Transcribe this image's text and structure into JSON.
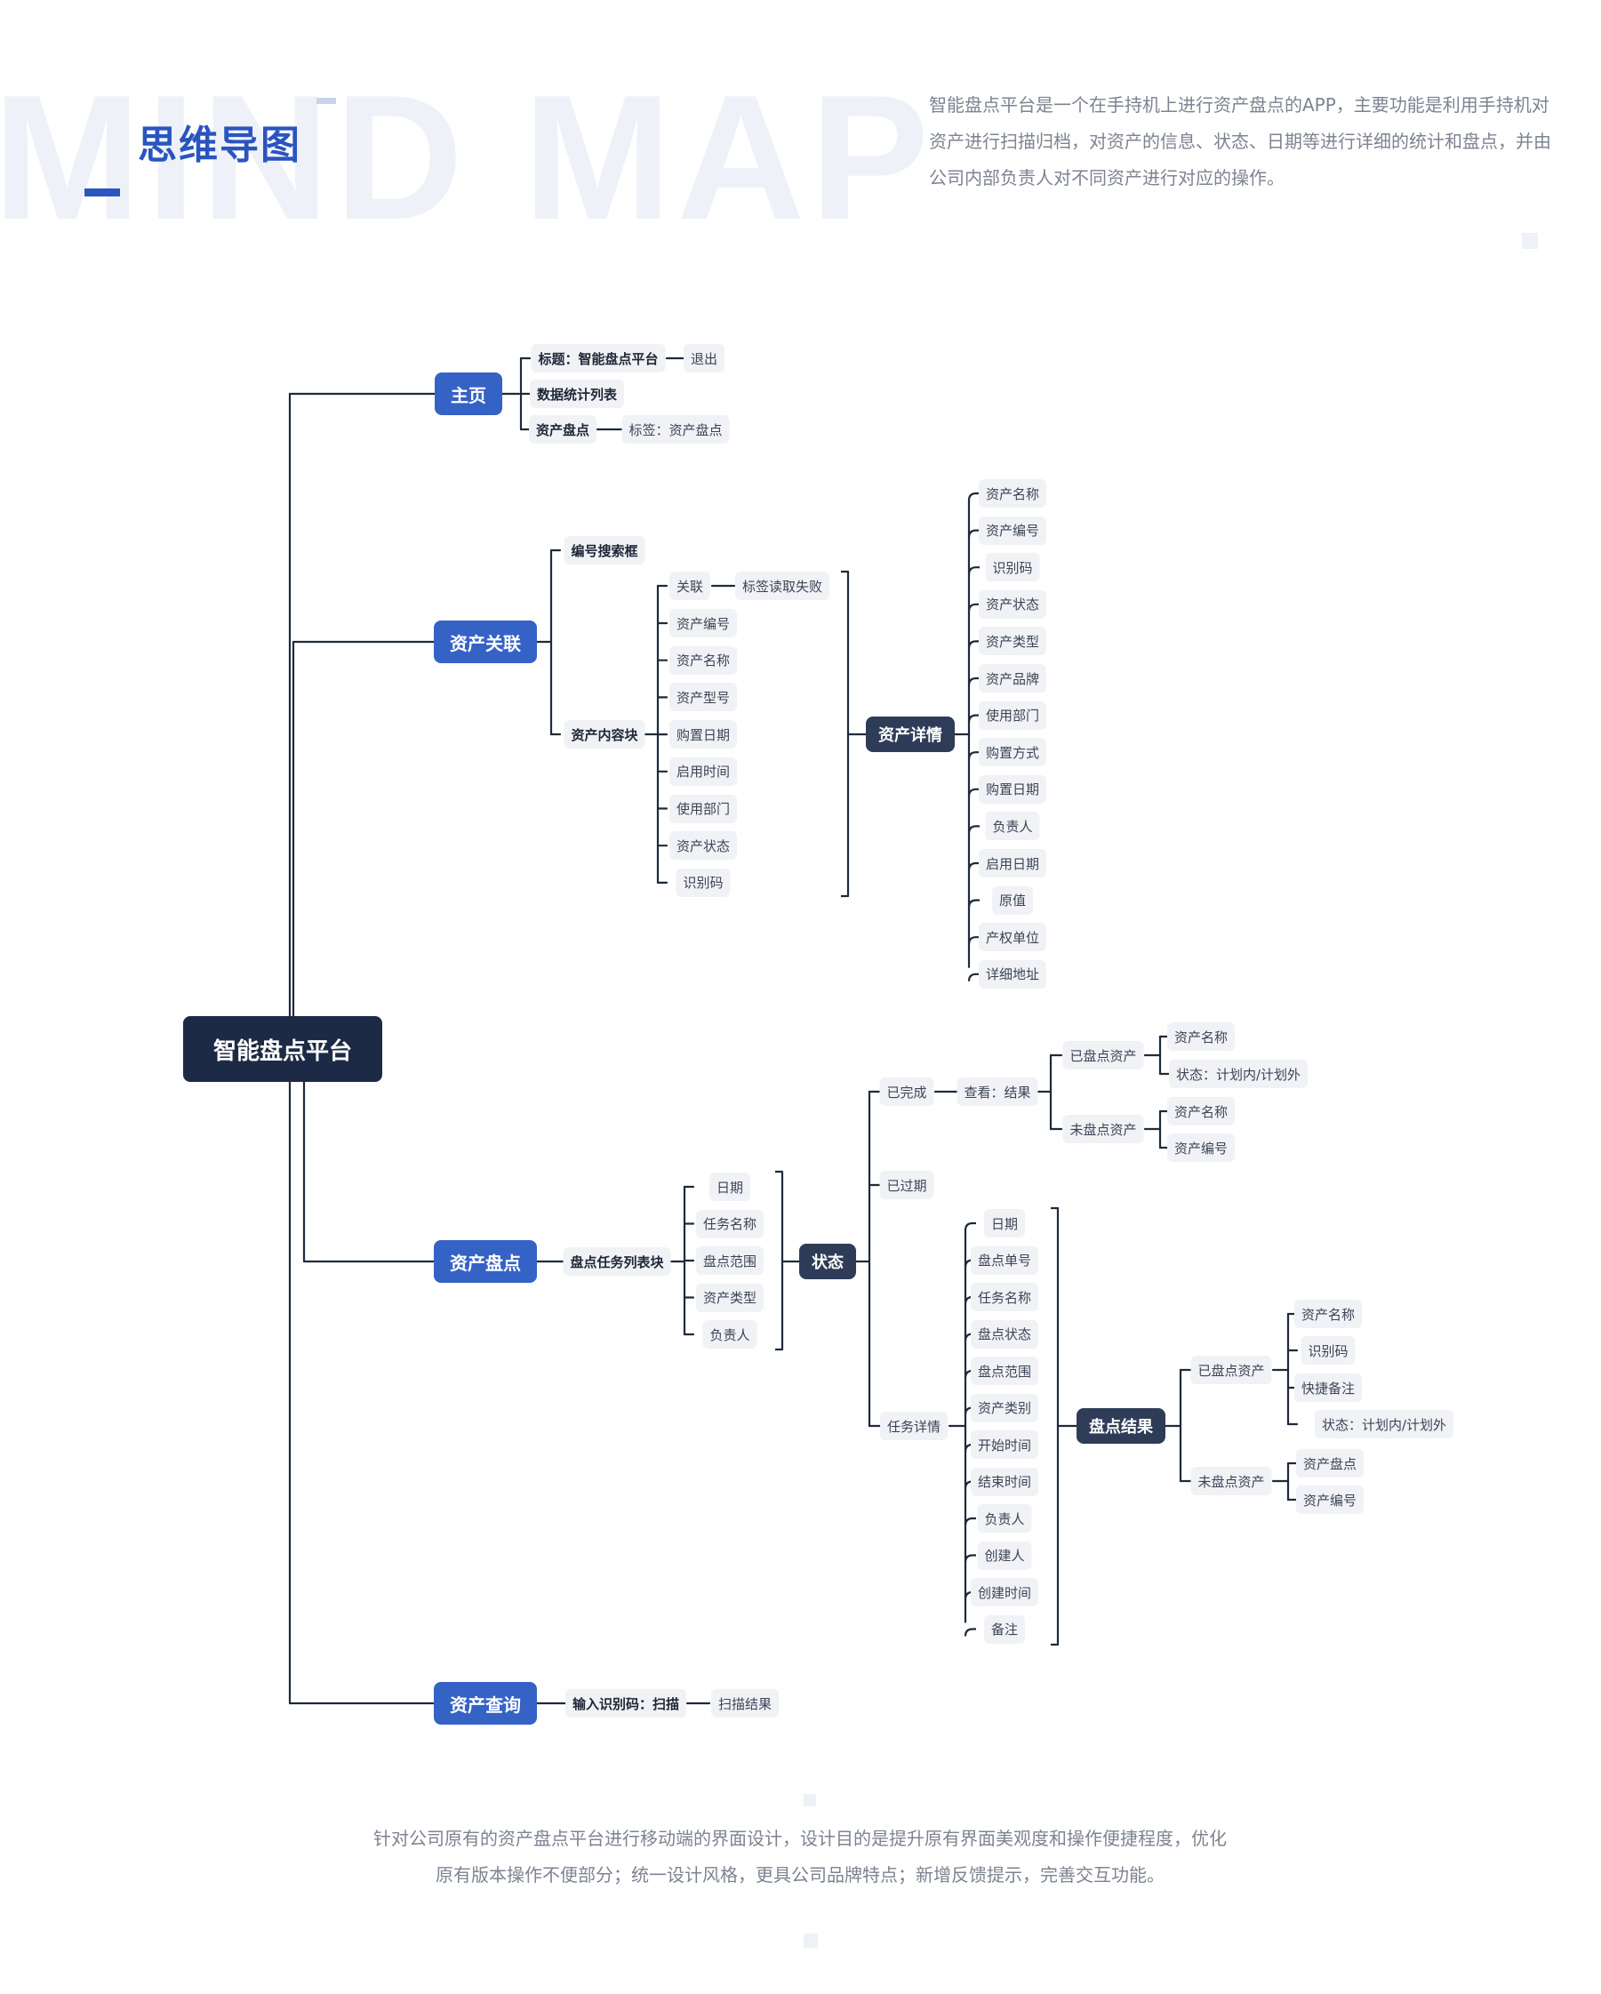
{
  "header": {
    "bg_text": "MIND MAP",
    "title": "思维导图",
    "intro": "智能盘点平台是一个在手持机上进行资产盘点的APP，主要功能是利用手持机对资产进行扫描归档，对资产的信息、状态、日期等进行详细的统计和盘点，并由公司内部负责人对不同资产进行对应的操作。"
  },
  "footer": {
    "line1": "针对公司原有的资产盘点平台进行移动端的界面设计，设计目的是提升原有界面美观度和操作便捷程度，优化",
    "line2": "原有版本操作不便部分；统一设计风格，更具公司品牌特点；新增反馈提示，完善交互功能。"
  },
  "colors": {
    "accent": "#2c55c2",
    "primary_node": "#3562c5",
    "dark_node": "#2e3c57",
    "root_node": "#1d2a45",
    "line": "#1e2a3c",
    "leaf_bg": "#f1f2f5"
  },
  "mindmap": {
    "root": "智能盘点平台",
    "home": {
      "label": "主页",
      "title_item": "标题：智能盘点平台",
      "logout": "退出",
      "stats": "数据统计列表",
      "inventory": "资产盘点",
      "inventory_tag": "标签：资产盘点"
    },
    "association": {
      "label": "资产关联",
      "search": "编号搜索框",
      "content_block": "资产内容块",
      "link": "关联",
      "read_fail": "标签读取失败",
      "items": [
        "资产编号",
        "资产名称",
        "资产型号",
        "购置日期",
        "启用时间",
        "使用部门",
        "资产状态",
        "识别码"
      ],
      "detail": "资产详情",
      "detail_items": [
        "资产名称",
        "资产编号",
        "识别码",
        "资产状态",
        "资产类型",
        "资产品牌",
        "使用部门",
        "购置方式",
        "购置日期",
        "负责人",
        "启用日期",
        "原值",
        "产权单位",
        "详细地址"
      ]
    },
    "inventory": {
      "label": "资产盘点",
      "task_list": "盘点任务列表块",
      "list_items": [
        "日期",
        "任务名称",
        "盘点范围",
        "资产类型",
        "负责人"
      ],
      "status": "状态",
      "completed": "已完成",
      "view_result": "查看：结果",
      "counted": "已盘点资产",
      "counted_items": [
        "资产名称",
        "状态：计划内/计划外"
      ],
      "uncounted": "未盘点资产",
      "uncounted_items": [
        "资产名称",
        "资产编号"
      ],
      "expired": "已过期",
      "task_detail": "任务详情",
      "task_items": [
        "日期",
        "盘点单号",
        "任务名称",
        "盘点状态",
        "盘点范围",
        "资产类别",
        "开始时间",
        "结束时间",
        "负责人",
        "创建人",
        "创建时间",
        "备注"
      ],
      "result": "盘点结果",
      "result_counted": "已盘点资产",
      "result_counted_items": [
        "资产名称",
        "识别码",
        "快捷备注",
        "状态：计划内/计划外"
      ],
      "result_uncounted": "未盘点资产",
      "result_uncounted_items": [
        "资产盘点",
        "资产编号"
      ]
    },
    "query": {
      "label": "资产查询",
      "input": "输入识别码：扫描",
      "result": "扫描结果"
    }
  }
}
